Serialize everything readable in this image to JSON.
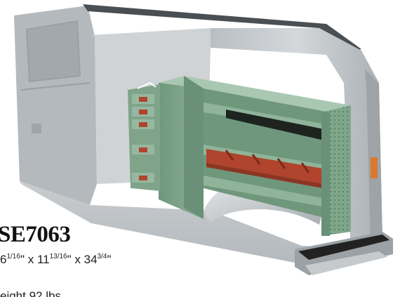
{
  "product": {
    "model": "SE7063",
    "dims": {
      "a": "6",
      "a_frac": "1/16",
      "a_unit": "\"",
      "x1": " x ",
      "b": "11",
      "b_frac": "13/16",
      "b_unit": "\"",
      "x2": " x ",
      "c": "34",
      "c_frac": "3/4",
      "c_unit": "\""
    },
    "weight": "eight 92 lbs."
  },
  "colors": {
    "van_interior": "#c9cdd0",
    "shelving_green": "#7fa489",
    "tray_red": "#b0442d",
    "accent_orange": "#d9782e"
  },
  "image": {
    "subject": "van-shelving-unit-illustration"
  }
}
